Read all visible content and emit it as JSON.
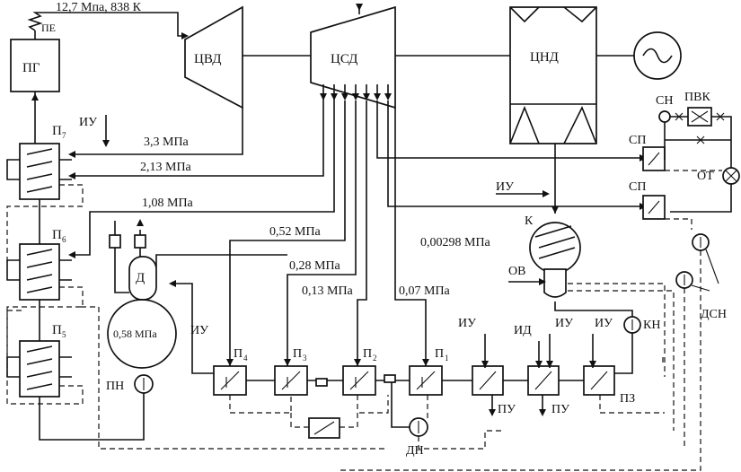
{
  "labels": {
    "steam_params": "12,7 Мпа, 838 К",
    "pe": "ПЕ",
    "pg": "ПГ",
    "tsvd": "ЦВД",
    "tssd": "ЦСД",
    "tsnd": "ЦНД",
    "iu": "ИУ",
    "id": "ИД",
    "sn": "СН",
    "pvk": "ПВК",
    "sp": "СП",
    "ot": "ОТ",
    "k": "К",
    "ov": "ОВ",
    "dsn": "ДСН",
    "kn": "КН",
    "d": "Д",
    "pn": "ПН",
    "dn": "ДН",
    "pu": "ПУ",
    "pz": "ПЗ",
    "p7": "П",
    "p7_sub": "7",
    "p6": "П",
    "p6_sub": "6",
    "p5": "П",
    "p5_sub": "5",
    "p4": "П",
    "p4_sub": "4",
    "p3": "П",
    "p3_sub": "3",
    "p2": "П",
    "p2_sub": "2",
    "p1": "П",
    "p1_sub": "1"
  },
  "pressures": {
    "p_33": "3,3 МПа",
    "p_213": "2,13 МПа",
    "p_108": "1,08 МПа",
    "p_052": "0,52 МПа",
    "p_028": "0,28 МПа",
    "p_013": "0,13 МПа",
    "p_007": "0,07 МПа",
    "p_00298": "0,00298 МПа",
    "p_058": "0,58 МПа"
  },
  "colors": {
    "line": "#111111",
    "background": "#ffffff"
  },
  "icons": [
    "generator-icon",
    "pump-icon",
    "valve-icon",
    "heat-exchanger-icon"
  ]
}
